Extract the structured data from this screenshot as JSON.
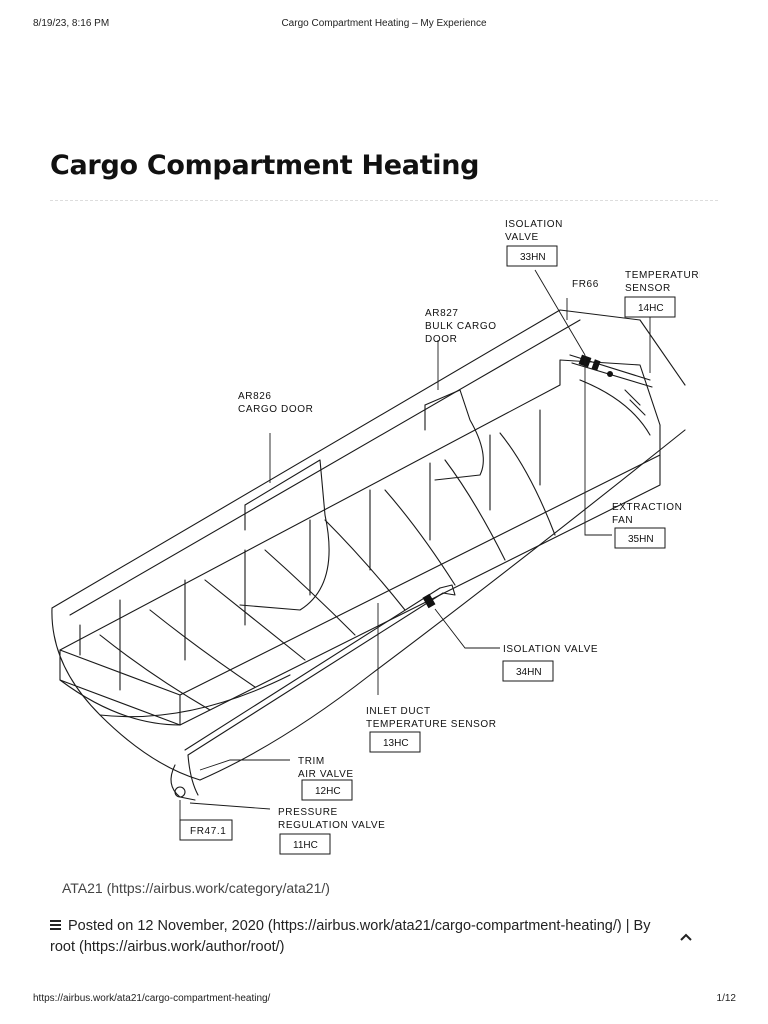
{
  "print_header": {
    "datetime": "8/19/23, 8:16 PM",
    "doc_title": "Cargo Compartment Heating – My Experience"
  },
  "article": {
    "title": "Cargo Compartment Heating",
    "category_link": "ATA21 (https://airbus.work/category/ata21/)",
    "meta_line1": "Posted on 12 November, 2020 (https://airbus.work/ata21/cargo-compartment-heating/)  |  By",
    "meta_line2": "root (https://airbus.work/author/root/)"
  },
  "diagram": {
    "labels": {
      "isolation_valve_top_1": "ISOLATION",
      "isolation_valve_top_2": "VALVE",
      "fr66": "FR66",
      "temp_sensor_1": "TEMPERATURE",
      "temp_sensor_2": "SENSOR",
      "ar827_1": "AR827",
      "ar827_2": "BULK CARGO",
      "ar827_3": "DOOR",
      "ar826_1": "AR826",
      "ar826_2": "CARGO DOOR",
      "extraction_fan_1": "EXTRACTION",
      "extraction_fan_2": "FAN",
      "isolation_valve_mid": "ISOLATION VALVE",
      "inlet_duct_1": "INLET DUCT",
      "inlet_duct_2": "TEMPERATURE SENSOR",
      "trim_air_1": "TRIM",
      "trim_air_2": "AIR VALVE",
      "pressure_reg_1": "PRESSURE",
      "pressure_reg_2": "REGULATION VALVE",
      "fr47": "FR47.1"
    },
    "codes": {
      "c33hn": "33HN",
      "c14hc": "14HC",
      "c35hn": "35HN",
      "c34hn": "34HN",
      "c13hc": "13HC",
      "c12hc": "12HC",
      "c11hc": "11HC"
    }
  },
  "print_footer": {
    "url": "https://airbus.work/ata21/cargo-compartment-heating/",
    "page": "1/12"
  },
  "icons": {
    "menu": "menu-icon",
    "scroll_top": "chevron-up-icon"
  }
}
